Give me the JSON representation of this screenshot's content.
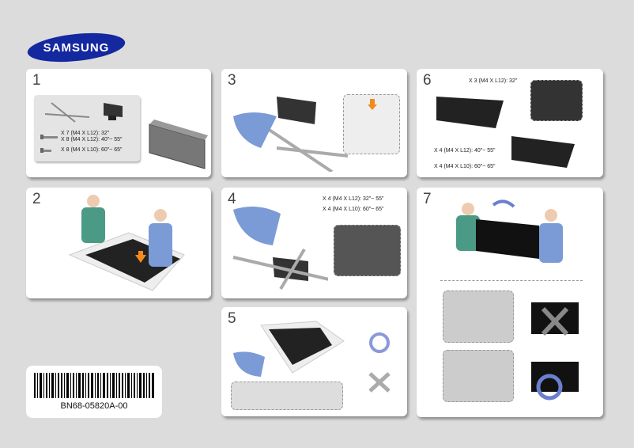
{
  "brand": {
    "name": "SAMSUNG",
    "color": "#1428a0"
  },
  "steps": [
    {
      "number": "1",
      "notes": [
        "X 7 (M4 X L12): 32\"",
        "X 8 (M4 X L12): 40\"~ 55\"",
        "X 8 (M4 X L10): 60\"~ 65\""
      ]
    },
    {
      "number": "2",
      "notes": []
    },
    {
      "number": "3",
      "notes": []
    },
    {
      "number": "4",
      "notes": [
        "X 4 (M4 X L12): 32\"~ 55\"",
        "X 4 (M4 X L10): 60\"~ 65\""
      ]
    },
    {
      "number": "5",
      "notes": []
    },
    {
      "number": "6",
      "notes": [
        "X 3 (M4 X L12): 32\"",
        "X 4 (M4 X L12): 40\"~ 55\"",
        "X 4 (M4 X L10): 60\"~ 65\""
      ]
    },
    {
      "number": "7",
      "notes": []
    }
  ],
  "barcode": {
    "code": "BN68-05820A-00"
  },
  "colors": {
    "accent_orange": "#f28a1c",
    "ok_blue": "#6b7fd0",
    "shirt_green": "#4a9a85",
    "shirt_blue": "#7b9bd6"
  }
}
